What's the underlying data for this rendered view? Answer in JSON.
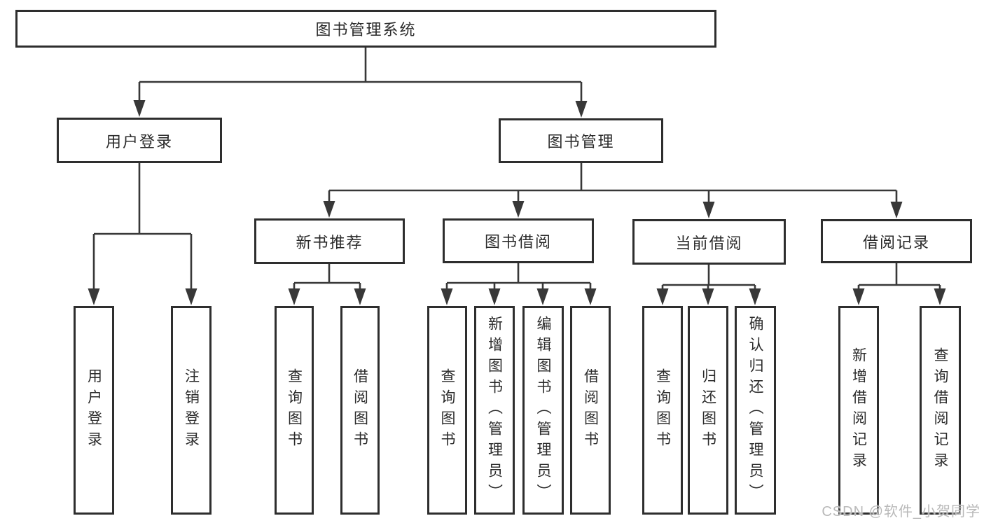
{
  "watermark": "CSDN @软件_小贺同学",
  "colors": {
    "line": "#383838",
    "box_border": "#2e2e2e",
    "text": "#2b2b2b",
    "watermark": "#b9b9b9",
    "background": "#ffffff"
  },
  "tree": {
    "label": "图书管理系统",
    "children": [
      {
        "label": "用户登录",
        "children": [
          {
            "label": "用户登录"
          },
          {
            "label": "注销登录"
          }
        ]
      },
      {
        "label": "图书管理",
        "children": [
          {
            "label": "新书推荐",
            "children": [
              {
                "label": "查询图书"
              },
              {
                "label": "借阅图书"
              }
            ]
          },
          {
            "label": "图书借阅",
            "children": [
              {
                "label": "查询图书"
              },
              {
                "label": "新增图书（管理员）"
              },
              {
                "label": "编辑图书（管理员）"
              },
              {
                "label": "借阅图书"
              }
            ]
          },
          {
            "label": "当前借阅",
            "children": [
              {
                "label": "查询图书"
              },
              {
                "label": "归还图书"
              },
              {
                "label": "确认归还（管理员）"
              }
            ]
          },
          {
            "label": "借阅记录",
            "children": [
              {
                "label": "新增借阅记录"
              },
              {
                "label": "查询借阅记录"
              }
            ]
          }
        ]
      }
    ]
  }
}
